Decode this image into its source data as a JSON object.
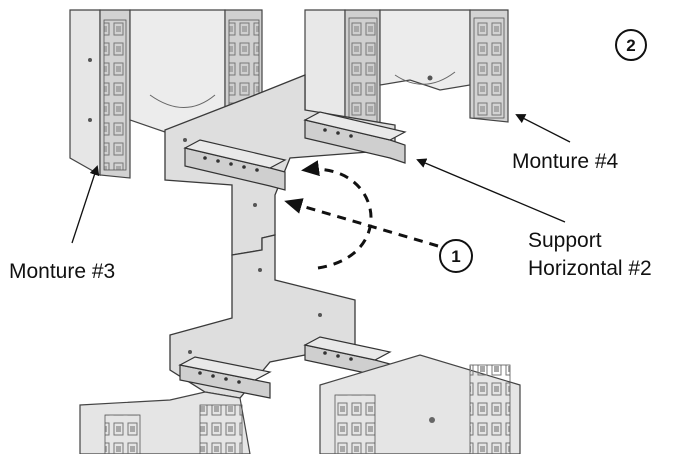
{
  "figure": {
    "step_badge": "2",
    "callout_badge": "1",
    "labels": {
      "monture3": "Monture #3",
      "monture4": "Monture #4",
      "support_line1": "Support",
      "support_line2": "Horizontal #2"
    }
  },
  "colors": {
    "metal_fill": "#dcdcdc",
    "metal_dark": "#b9b9b9",
    "outline": "#3a3a3a",
    "arrow": "#111111"
  }
}
